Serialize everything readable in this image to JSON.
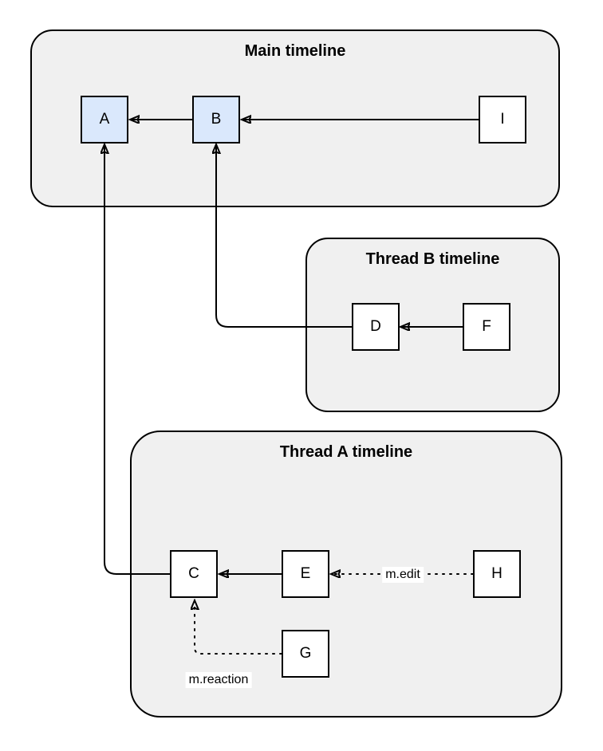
{
  "diagram": {
    "containers": [
      {
        "id": "main-timeline",
        "title": "Main timeline"
      },
      {
        "id": "thread-b-timeline",
        "title": "Thread B timeline"
      },
      {
        "id": "thread-a-timeline",
        "title": "Thread A timeline"
      }
    ],
    "nodes": [
      {
        "id": "A",
        "label": "A",
        "highlighted": true,
        "container": "main-timeline"
      },
      {
        "id": "B",
        "label": "B",
        "highlighted": true,
        "container": "main-timeline"
      },
      {
        "id": "I",
        "label": "I",
        "highlighted": false,
        "container": "main-timeline"
      },
      {
        "id": "D",
        "label": "D",
        "highlighted": false,
        "container": "thread-b-timeline"
      },
      {
        "id": "F",
        "label": "F",
        "highlighted": false,
        "container": "thread-b-timeline"
      },
      {
        "id": "C",
        "label": "C",
        "highlighted": false,
        "container": "thread-a-timeline"
      },
      {
        "id": "E",
        "label": "E",
        "highlighted": false,
        "container": "thread-a-timeline"
      },
      {
        "id": "H",
        "label": "H",
        "highlighted": false,
        "container": "thread-a-timeline"
      },
      {
        "id": "G",
        "label": "G",
        "highlighted": false,
        "container": "thread-a-timeline"
      }
    ],
    "edges": [
      {
        "from": "B",
        "to": "A",
        "style": "solid",
        "label": ""
      },
      {
        "from": "I",
        "to": "B",
        "style": "solid",
        "label": ""
      },
      {
        "from": "D",
        "to": "B",
        "style": "solid",
        "label": ""
      },
      {
        "from": "F",
        "to": "D",
        "style": "solid",
        "label": ""
      },
      {
        "from": "E",
        "to": "C",
        "style": "solid",
        "label": ""
      },
      {
        "from": "C",
        "to": "A",
        "style": "solid",
        "label": ""
      },
      {
        "from": "H",
        "to": "E",
        "style": "dotted",
        "label": "m.edit"
      },
      {
        "from": "G",
        "to": "C",
        "style": "dotted",
        "label": "m.reaction"
      }
    ],
    "colors": {
      "container_fill": "#f0f0f0",
      "node_fill": "#ffffff",
      "node_highlight_fill": "#dae8fc",
      "stroke": "#000000",
      "label_bg": "#ffffff"
    }
  }
}
